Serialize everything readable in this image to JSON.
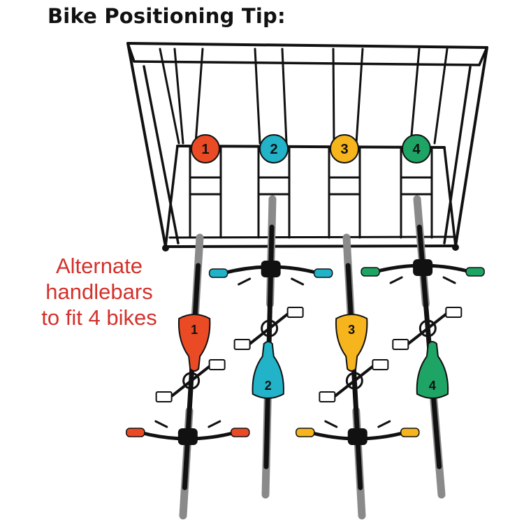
{
  "title": "Bike Positioning Tip:",
  "note_lines": [
    "Alternate",
    "handlebars",
    "to fit 4 bikes"
  ],
  "colors": {
    "frame": "#111111",
    "tire": "#8a8a8a",
    "note_text": "#d3312b",
    "bike1": "#ea4b25",
    "bike2": "#22b3c9",
    "bike3": "#f6b51c",
    "bike4": "#1ea465"
  },
  "rack": {
    "slots": [
      {
        "label": "1",
        "color_key": "bike1"
      },
      {
        "label": "2",
        "color_key": "bike2"
      },
      {
        "label": "3",
        "color_key": "bike3"
      },
      {
        "label": "4",
        "color_key": "bike4"
      }
    ]
  },
  "bikes": [
    {
      "label": "1",
      "color_key": "bike1",
      "handlebar_end": "rear"
    },
    {
      "label": "2",
      "color_key": "bike2",
      "handlebar_end": "front"
    },
    {
      "label": "3",
      "color_key": "bike3",
      "handlebar_end": "rear"
    },
    {
      "label": "4",
      "color_key": "bike4",
      "handlebar_end": "front"
    }
  ]
}
